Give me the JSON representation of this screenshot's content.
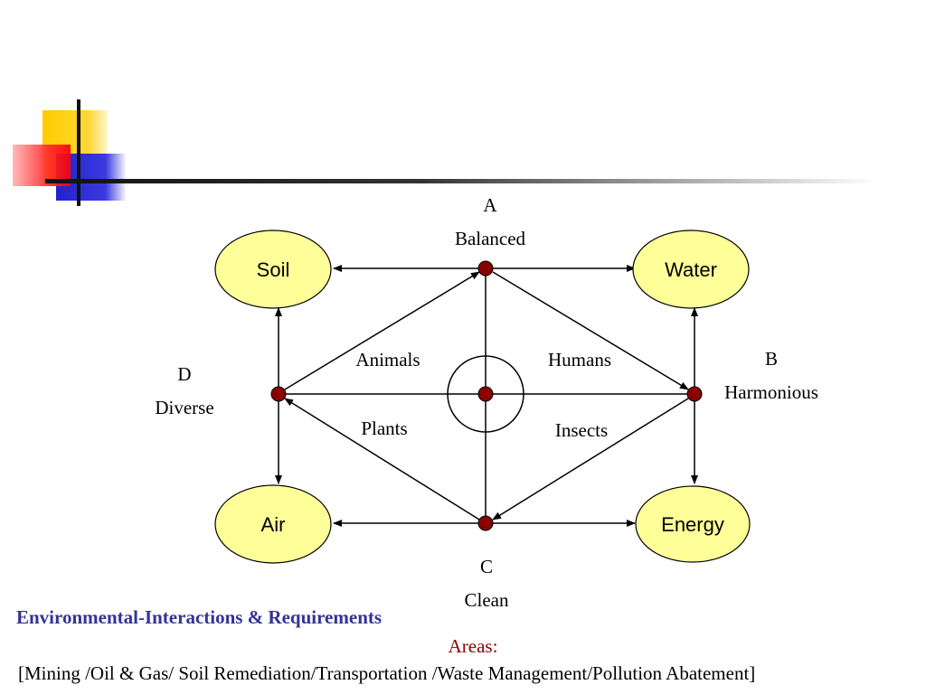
{
  "corners": {
    "a": {
      "letter": "A",
      "word": "Balanced"
    },
    "b": {
      "letter": "B",
      "word": "Harmonious"
    },
    "c": {
      "letter": "C",
      "word": "Clean"
    },
    "d": {
      "letter": "D",
      "word": "Diverse"
    }
  },
  "nodes": {
    "soil": "Soil",
    "water": "Water",
    "air": "Air",
    "energy": "Energy"
  },
  "quadrants": {
    "animals": "Animals",
    "humans": "Humans",
    "plants": "Plants",
    "insects": "Insects"
  },
  "footer": {
    "title": "Environmental-Interactions & Requirements",
    "areas_label": "Areas:",
    "areas_list": "[Mining /Oil & Gas/ Soil Remediation/Transportation /Waste Management/Pollution Abatement]"
  },
  "colors": {
    "node_fill": "#ffff99",
    "dot_fill": "#8b0000",
    "title_color": "#333399",
    "areas_color": "#8b0000"
  }
}
